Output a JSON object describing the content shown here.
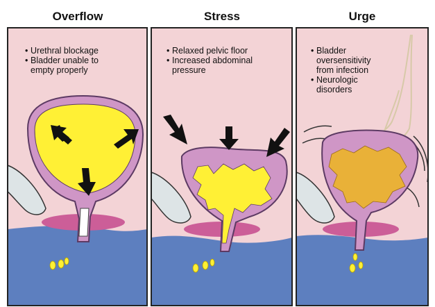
{
  "colors": {
    "background_pink": "#f3d3d6",
    "floor_blue": "#5d7fbf",
    "bladder_wall": "#cf96c6",
    "wall_outline": "#5c3a63",
    "urine_yellow": "#fff035",
    "urge_fill": "#e9b138",
    "pelvic_muscle": "#cc5e98",
    "bone_gray": "#dde4e6",
    "arrow_black": "#111111",
    "border": "#222222"
  },
  "panels": [
    {
      "id": "overflow",
      "title": "Overflow",
      "bullets": [
        "Urethral blockage",
        "Bladder unable to\nempty properly"
      ]
    },
    {
      "id": "stress",
      "title": "Stress",
      "bullets": [
        "Relaxed pelvic floor",
        "Increased abdominal\npressure"
      ]
    },
    {
      "id": "urge",
      "title": "Urge",
      "bullets": [
        "Bladder\noversensitivity\nfrom infection",
        "Neurologic\ndisorders"
      ]
    }
  ]
}
